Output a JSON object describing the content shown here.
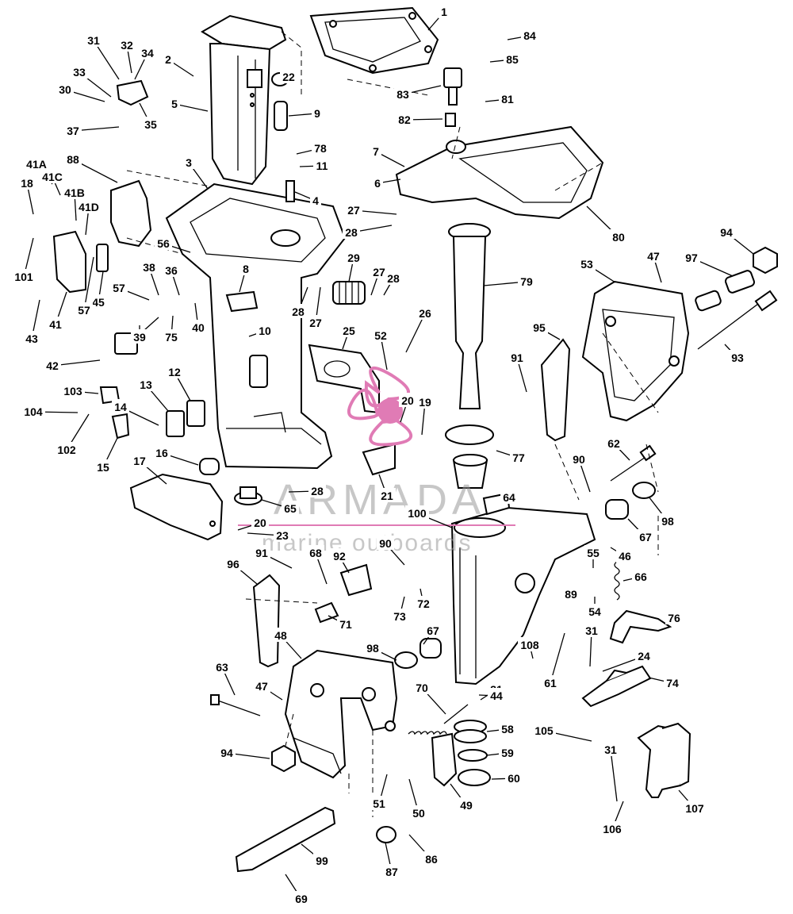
{
  "watermark": {
    "brand": "ARMADA",
    "tagline": "marine outboards",
    "accent_color": "#e07bb5"
  },
  "callouts": [
    {
      "id": "c1",
      "label": "1"
    },
    {
      "id": "c2",
      "label": "2"
    },
    {
      "id": "c3",
      "label": "3"
    },
    {
      "id": "c4",
      "label": "4"
    },
    {
      "id": "c5",
      "label": "5"
    },
    {
      "id": "c6",
      "label": "6"
    },
    {
      "id": "c7",
      "label": "7"
    },
    {
      "id": "c8",
      "label": "8"
    },
    {
      "id": "c9",
      "label": "9"
    },
    {
      "id": "c10",
      "label": "10"
    },
    {
      "id": "c11",
      "label": "11"
    },
    {
      "id": "c12",
      "label": "12"
    },
    {
      "id": "c13",
      "label": "13"
    },
    {
      "id": "c14",
      "label": "14"
    },
    {
      "id": "c15",
      "label": "15"
    },
    {
      "id": "c16",
      "label": "16"
    },
    {
      "id": "c17",
      "label": "17"
    },
    {
      "id": "c18",
      "label": "18"
    },
    {
      "id": "c19",
      "label": "19"
    },
    {
      "id": "c20a",
      "label": "20"
    },
    {
      "id": "c20b",
      "label": "20"
    },
    {
      "id": "c21",
      "label": "21"
    },
    {
      "id": "c22",
      "label": "22"
    },
    {
      "id": "c23",
      "label": "23"
    },
    {
      "id": "c24",
      "label": "24"
    },
    {
      "id": "c25",
      "label": "25"
    },
    {
      "id": "c26",
      "label": "26"
    },
    {
      "id": "c27a",
      "label": "27"
    },
    {
      "id": "c27b",
      "label": "27"
    },
    {
      "id": "c27c",
      "label": "27"
    },
    {
      "id": "c28a",
      "label": "28"
    },
    {
      "id": "c28b",
      "label": "28"
    },
    {
      "id": "c28c",
      "label": "28"
    },
    {
      "id": "c28d",
      "label": "28"
    },
    {
      "id": "c29",
      "label": "29"
    },
    {
      "id": "c30",
      "label": "30"
    },
    {
      "id": "c31a",
      "label": "31"
    },
    {
      "id": "c31b",
      "label": "31"
    },
    {
      "id": "c31c",
      "label": "31"
    },
    {
      "id": "c31d",
      "label": "31"
    },
    {
      "id": "c32",
      "label": "32"
    },
    {
      "id": "c33",
      "label": "33"
    },
    {
      "id": "c34",
      "label": "34"
    },
    {
      "id": "c35",
      "label": "35"
    },
    {
      "id": "c36",
      "label": "36"
    },
    {
      "id": "c37",
      "label": "37"
    },
    {
      "id": "c38",
      "label": "38"
    },
    {
      "id": "c39",
      "label": "39"
    },
    {
      "id": "c40",
      "label": "40"
    },
    {
      "id": "c41",
      "label": "41"
    },
    {
      "id": "c41a",
      "label": "41A"
    },
    {
      "id": "c41b",
      "label": "41B"
    },
    {
      "id": "c41c",
      "label": "41C"
    },
    {
      "id": "c41d",
      "label": "41D"
    },
    {
      "id": "c42",
      "label": "42"
    },
    {
      "id": "c43",
      "label": "43"
    },
    {
      "id": "c44",
      "label": "44"
    },
    {
      "id": "c45",
      "label": "45"
    },
    {
      "id": "c46",
      "label": "46"
    },
    {
      "id": "c47a",
      "label": "47"
    },
    {
      "id": "c47b",
      "label": "47"
    },
    {
      "id": "c48",
      "label": "48"
    },
    {
      "id": "c49",
      "label": "49"
    },
    {
      "id": "c50",
      "label": "50"
    },
    {
      "id": "c51",
      "label": "51"
    },
    {
      "id": "c52",
      "label": "52"
    },
    {
      "id": "c53",
      "label": "53"
    },
    {
      "id": "c54",
      "label": "54"
    },
    {
      "id": "c55",
      "label": "55"
    },
    {
      "id": "c56",
      "label": "56"
    },
    {
      "id": "c57a",
      "label": "57"
    },
    {
      "id": "c57b",
      "label": "57"
    },
    {
      "id": "c58",
      "label": "58"
    },
    {
      "id": "c59",
      "label": "59"
    },
    {
      "id": "c60",
      "label": "60"
    },
    {
      "id": "c61",
      "label": "61"
    },
    {
      "id": "c62",
      "label": "62"
    },
    {
      "id": "c63",
      "label": "63"
    },
    {
      "id": "c64",
      "label": "64"
    },
    {
      "id": "c65",
      "label": "65"
    },
    {
      "id": "c66",
      "label": "66"
    },
    {
      "id": "c67a",
      "label": "67"
    },
    {
      "id": "c67b",
      "label": "67"
    },
    {
      "id": "c68",
      "label": "68"
    },
    {
      "id": "c69",
      "label": "69"
    },
    {
      "id": "c70",
      "label": "70"
    },
    {
      "id": "c71",
      "label": "71"
    },
    {
      "id": "c72",
      "label": "72"
    },
    {
      "id": "c73",
      "label": "73"
    },
    {
      "id": "c74",
      "label": "74"
    },
    {
      "id": "c75",
      "label": "75"
    },
    {
      "id": "c76",
      "label": "76"
    },
    {
      "id": "c77",
      "label": "77"
    },
    {
      "id": "c78",
      "label": "78"
    },
    {
      "id": "c79",
      "label": "79"
    },
    {
      "id": "c80",
      "label": "80"
    },
    {
      "id": "c81",
      "label": "81"
    },
    {
      "id": "c82",
      "label": "82"
    },
    {
      "id": "c83",
      "label": "83"
    },
    {
      "id": "c84",
      "label": "84"
    },
    {
      "id": "c85",
      "label": "85"
    },
    {
      "id": "c86",
      "label": "86"
    },
    {
      "id": "c87",
      "label": "87"
    },
    {
      "id": "c88",
      "label": "88"
    },
    {
      "id": "c89",
      "label": "89"
    },
    {
      "id": "c90a",
      "label": "90"
    },
    {
      "id": "c90b",
      "label": "90"
    },
    {
      "id": "c91a",
      "label": "91"
    },
    {
      "id": "c91b",
      "label": "91"
    },
    {
      "id": "c92",
      "label": "92"
    },
    {
      "id": "c93",
      "label": "93"
    },
    {
      "id": "c94a",
      "label": "94"
    },
    {
      "id": "c94b",
      "label": "94"
    },
    {
      "id": "c95",
      "label": "95"
    },
    {
      "id": "c96",
      "label": "96"
    },
    {
      "id": "c97",
      "label": "97"
    },
    {
      "id": "c98a",
      "label": "98"
    },
    {
      "id": "c98b",
      "label": "98"
    },
    {
      "id": "c99",
      "label": "99"
    },
    {
      "id": "c100",
      "label": "100"
    },
    {
      "id": "c101",
      "label": "101"
    },
    {
      "id": "c102",
      "label": "102"
    },
    {
      "id": "c103",
      "label": "103"
    },
    {
      "id": "c104",
      "label": "104"
    },
    {
      "id": "c105",
      "label": "105"
    },
    {
      "id": "c106",
      "label": "106"
    },
    {
      "id": "c107",
      "label": "107"
    },
    {
      "id": "c108",
      "label": "108"
    }
  ]
}
